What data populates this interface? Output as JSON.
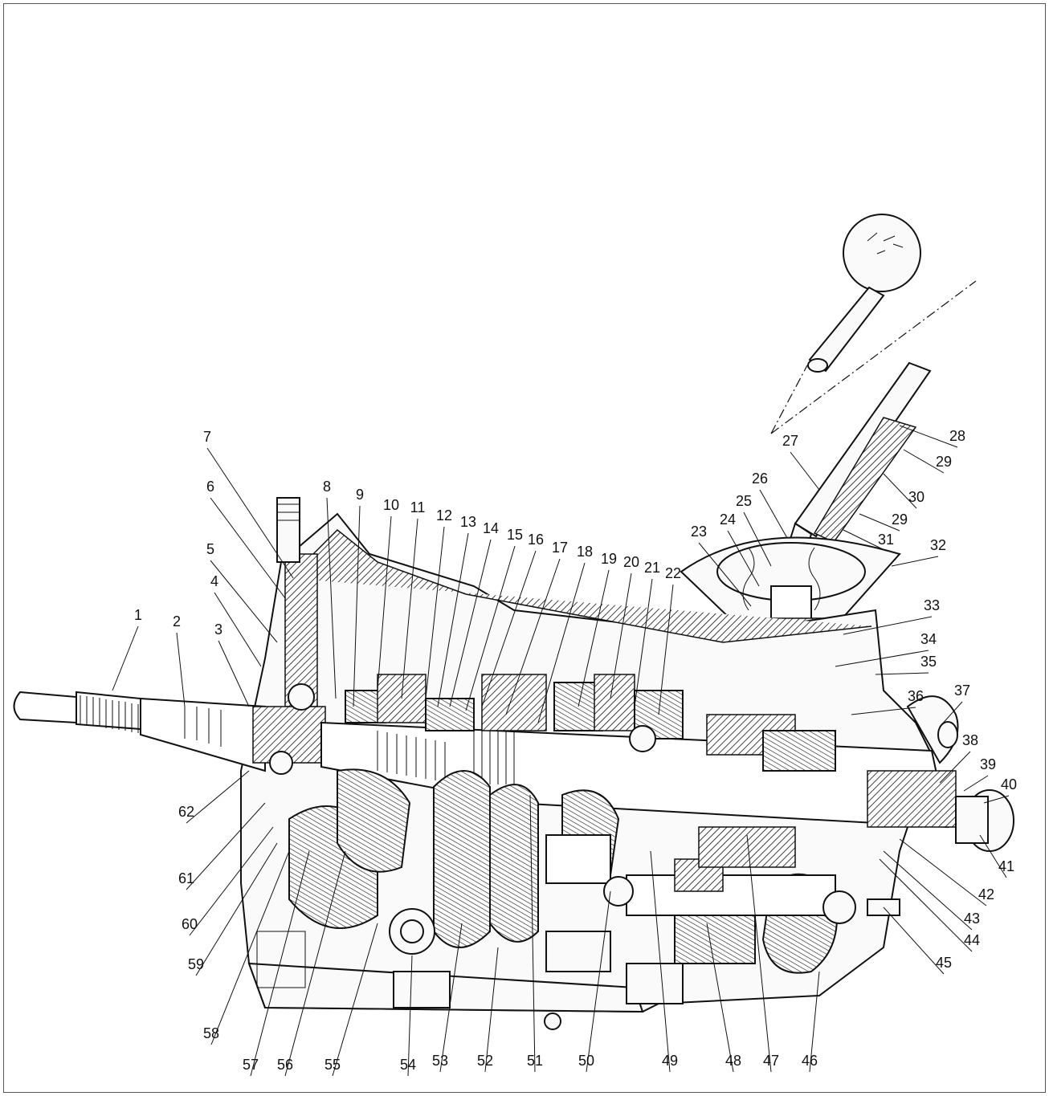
{
  "figure": {
    "description_label": "",
    "callouts": [
      {
        "id": "c1",
        "text": "1"
      },
      {
        "id": "c2",
        "text": "2"
      },
      {
        "id": "c3",
        "text": "3"
      },
      {
        "id": "c4",
        "text": "4"
      },
      {
        "id": "c5",
        "text": "5"
      },
      {
        "id": "c6",
        "text": "6"
      },
      {
        "id": "c7",
        "text": "7"
      },
      {
        "id": "c8",
        "text": "8"
      },
      {
        "id": "c9",
        "text": "9"
      },
      {
        "id": "c10",
        "text": "10"
      },
      {
        "id": "c11",
        "text": "11"
      },
      {
        "id": "c12",
        "text": "12"
      },
      {
        "id": "c13",
        "text": "13"
      },
      {
        "id": "c14",
        "text": "14"
      },
      {
        "id": "c15",
        "text": "15"
      },
      {
        "id": "c16",
        "text": "16"
      },
      {
        "id": "c17",
        "text": "17"
      },
      {
        "id": "c18",
        "text": "18"
      },
      {
        "id": "c19",
        "text": "19"
      },
      {
        "id": "c20",
        "text": "20"
      },
      {
        "id": "c21",
        "text": "21"
      },
      {
        "id": "c22",
        "text": "22"
      },
      {
        "id": "c23",
        "text": "23"
      },
      {
        "id": "c24",
        "text": "24"
      },
      {
        "id": "c25",
        "text": "25"
      },
      {
        "id": "c26",
        "text": "26"
      },
      {
        "id": "c27",
        "text": "27"
      },
      {
        "id": "c28",
        "text": "28"
      },
      {
        "id": "c29a",
        "text": "29"
      },
      {
        "id": "c30",
        "text": "30"
      },
      {
        "id": "c29b",
        "text": "29"
      },
      {
        "id": "c31",
        "text": "31"
      },
      {
        "id": "c32",
        "text": "32"
      },
      {
        "id": "c33",
        "text": "33"
      },
      {
        "id": "c34",
        "text": "34"
      },
      {
        "id": "c35",
        "text": "35"
      },
      {
        "id": "c36",
        "text": "36"
      },
      {
        "id": "c37",
        "text": "37"
      },
      {
        "id": "c38",
        "text": "38"
      },
      {
        "id": "c39",
        "text": "39"
      },
      {
        "id": "c40",
        "text": "40"
      },
      {
        "id": "c41",
        "text": "41"
      },
      {
        "id": "c42",
        "text": "42"
      },
      {
        "id": "c43",
        "text": "43"
      },
      {
        "id": "c44",
        "text": "44"
      },
      {
        "id": "c45",
        "text": "45"
      },
      {
        "id": "c46",
        "text": "46"
      },
      {
        "id": "c47",
        "text": "47"
      },
      {
        "id": "c48",
        "text": "48"
      },
      {
        "id": "c49",
        "text": "49"
      },
      {
        "id": "c50",
        "text": "50"
      },
      {
        "id": "c51",
        "text": "51"
      },
      {
        "id": "c52",
        "text": "52"
      },
      {
        "id": "c53",
        "text": "53"
      },
      {
        "id": "c54",
        "text": "54"
      },
      {
        "id": "c55",
        "text": "55"
      },
      {
        "id": "c56",
        "text": "56"
      },
      {
        "id": "c57",
        "text": "57"
      },
      {
        "id": "c58",
        "text": "58"
      },
      {
        "id": "c59",
        "text": "59"
      },
      {
        "id": "c60",
        "text": "60"
      },
      {
        "id": "c61",
        "text": "61"
      },
      {
        "id": "c62",
        "text": "62"
      }
    ]
  }
}
